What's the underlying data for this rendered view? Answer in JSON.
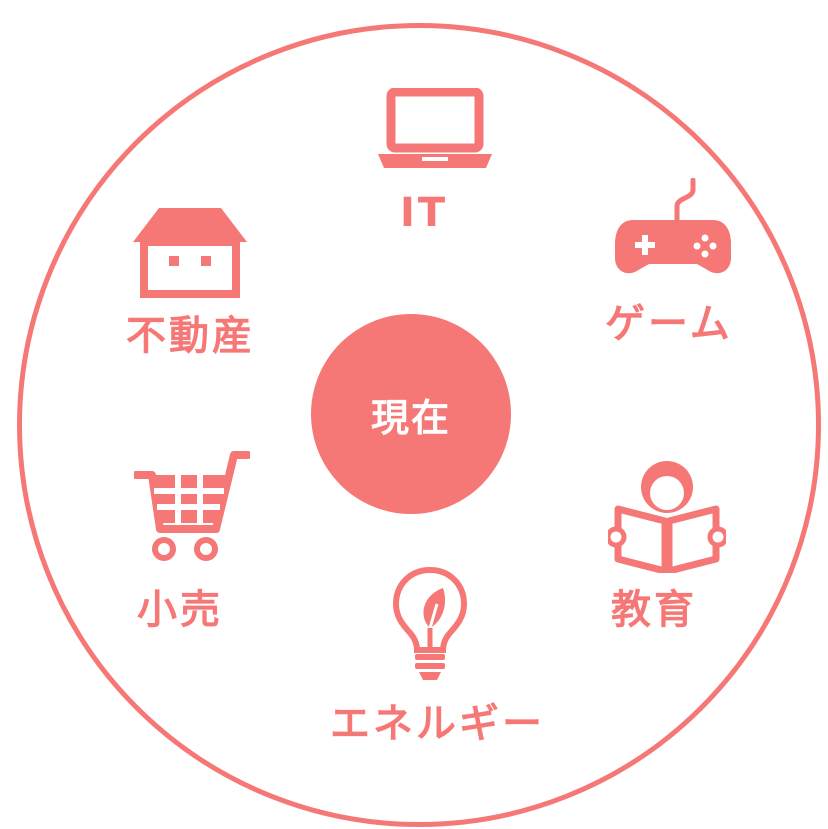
{
  "colors": {
    "accent": "#f57876",
    "background": "#ffffff"
  },
  "center": {
    "label": "現在"
  },
  "industries": [
    {
      "id": "it",
      "label": "IT",
      "icon": "laptop-icon"
    },
    {
      "id": "game",
      "label": "ゲーム",
      "icon": "gamepad-icon"
    },
    {
      "id": "education",
      "label": "教育",
      "icon": "reading-person-icon"
    },
    {
      "id": "energy",
      "label": "エネルギー",
      "icon": "lightbulb-leaf-icon"
    },
    {
      "id": "retail",
      "label": "小売",
      "icon": "shopping-cart-icon"
    },
    {
      "id": "real-estate",
      "label": "不動産",
      "icon": "house-icon"
    }
  ]
}
